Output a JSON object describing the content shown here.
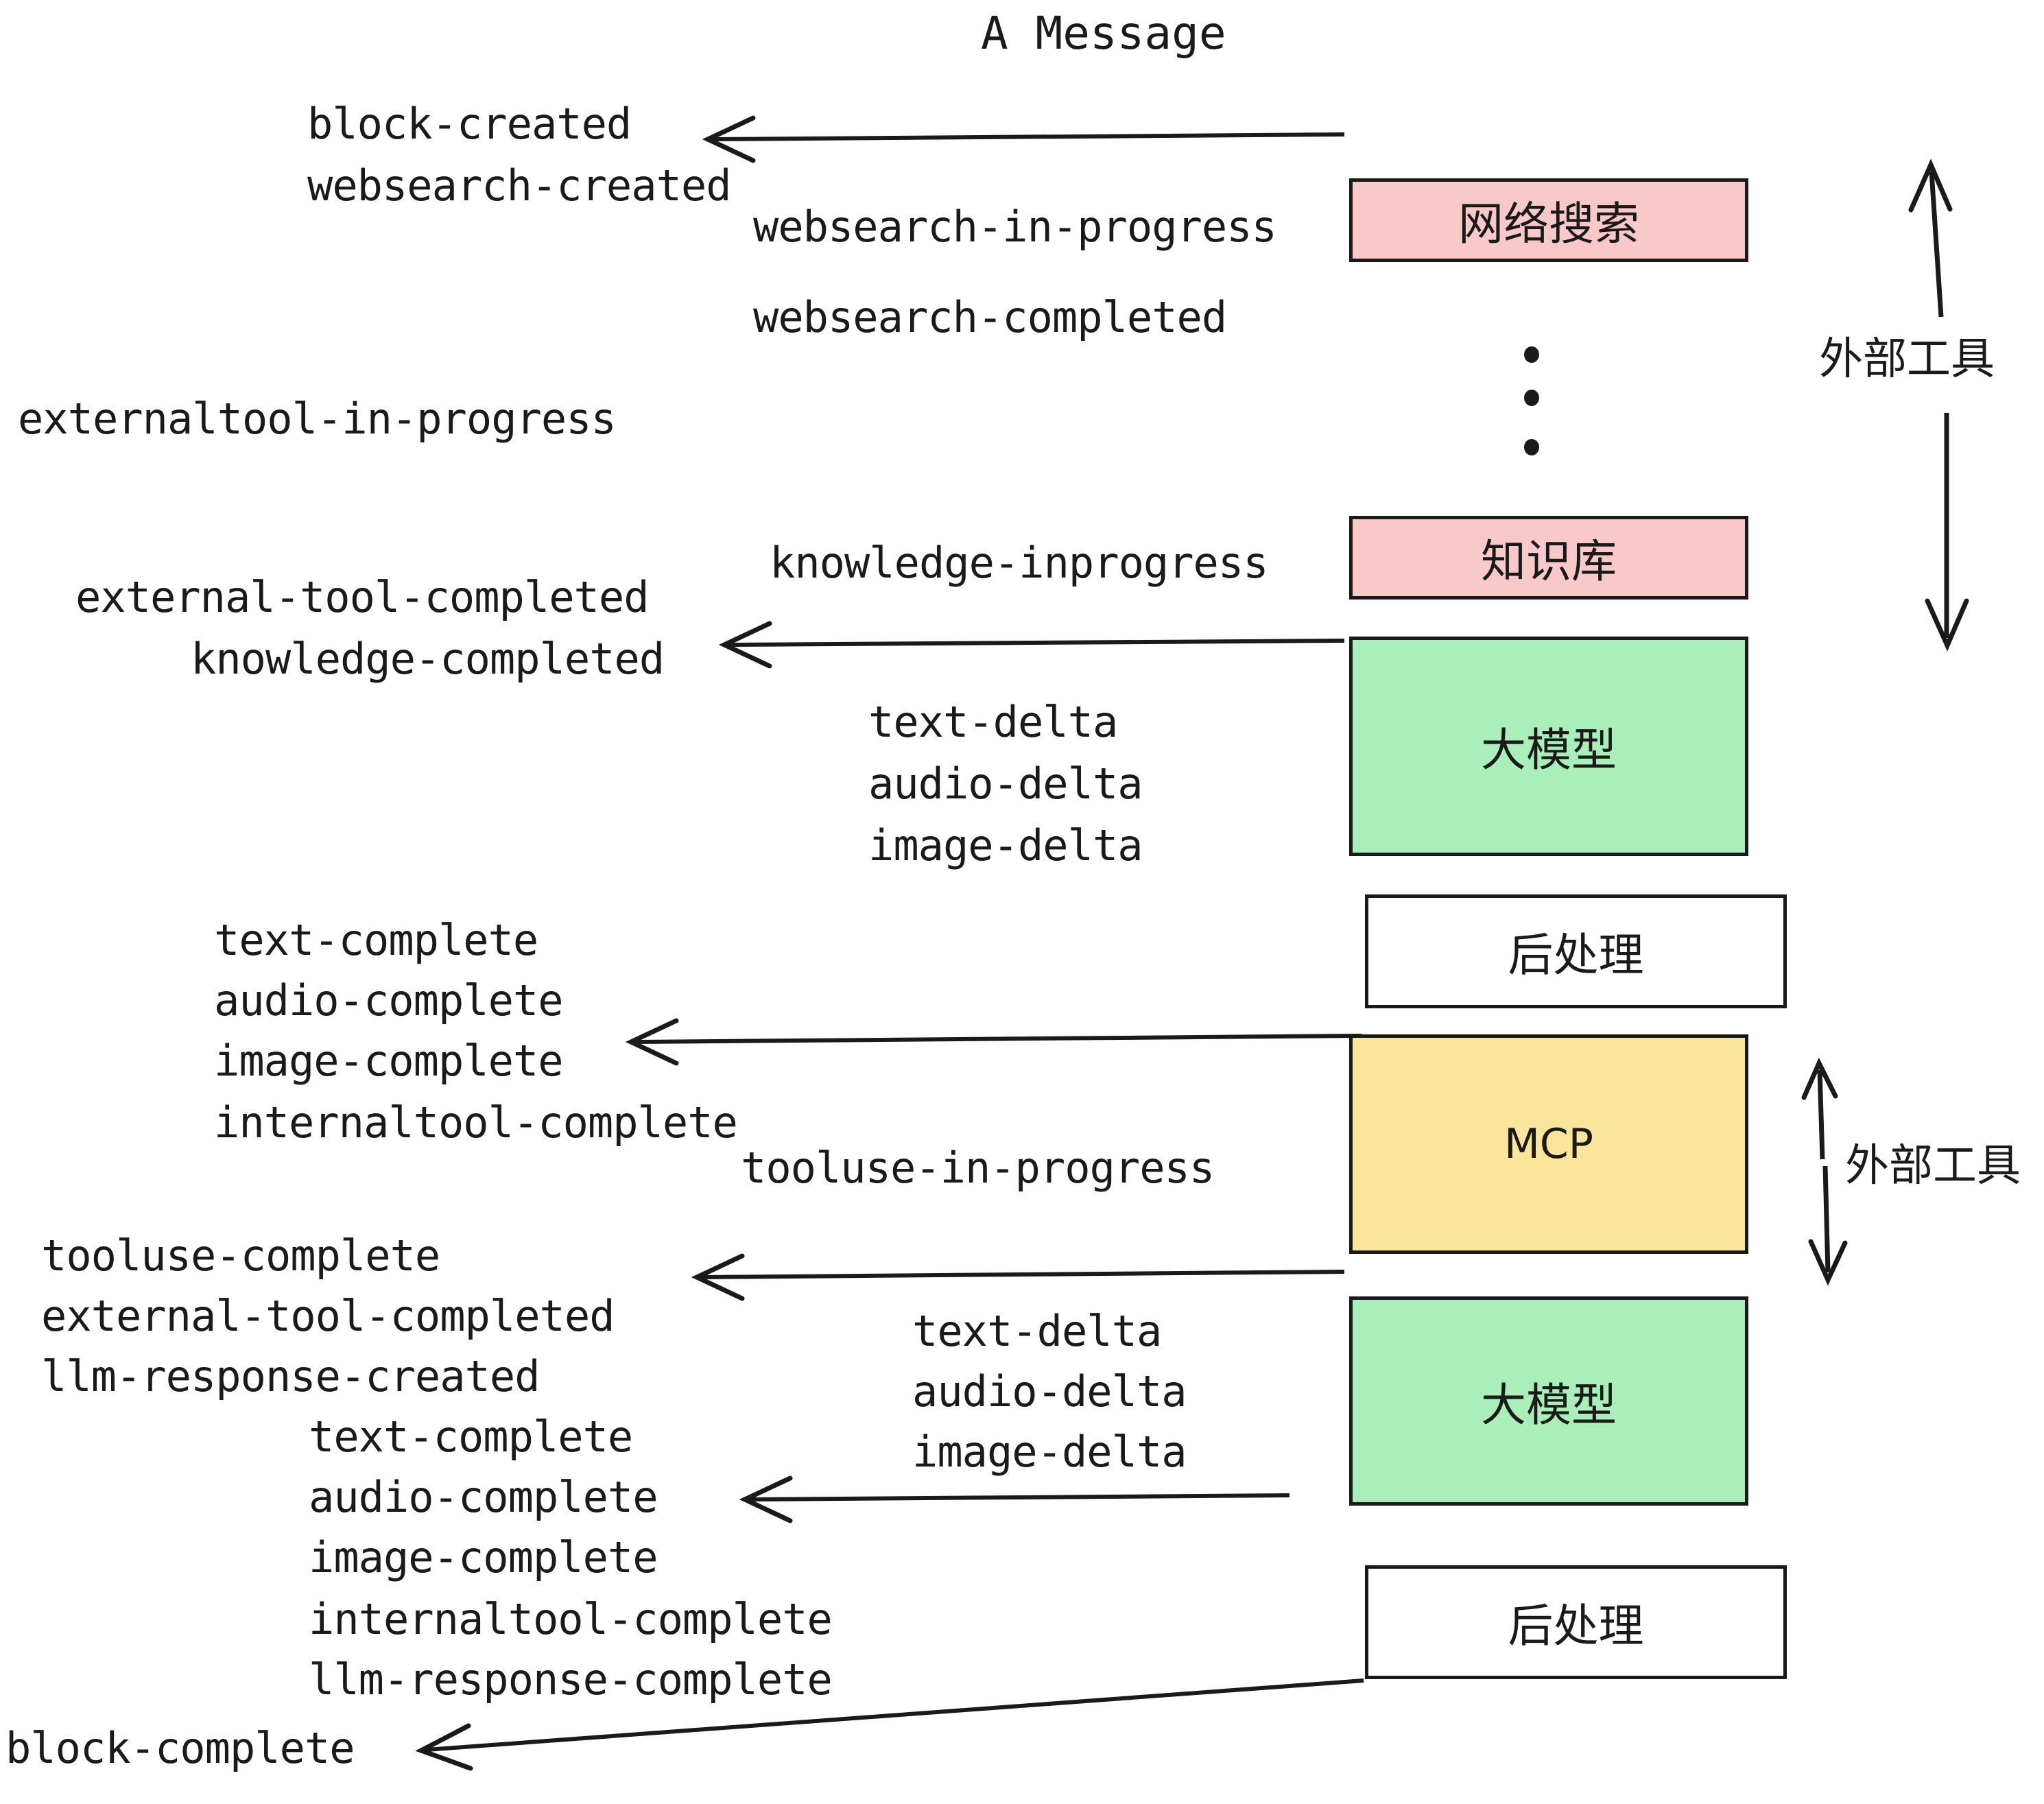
{
  "diagram": {
    "title": "A Message",
    "colors": {
      "pink": "#f9c9c9",
      "green": "#aaeeba",
      "yellow": "#fae69a",
      "white": "#ffffff",
      "stroke": "#1a1a1a"
    },
    "nodes": [
      {
        "id": "websearch",
        "label": "网络搜索",
        "fill": "#f9c9c9"
      },
      {
        "id": "knowledge",
        "label": "知识库",
        "fill": "#f9c9c9"
      },
      {
        "id": "llm-1",
        "label": "大模型",
        "fill": "#aaeeba"
      },
      {
        "id": "post-1",
        "label": "后处理",
        "fill": "#ffffff"
      },
      {
        "id": "mcp",
        "label": "MCP",
        "fill": "#fae69a"
      },
      {
        "id": "llm-2",
        "label": "大模型",
        "fill": "#aaeeba"
      },
      {
        "id": "post-2",
        "label": "后处理",
        "fill": "#ffffff"
      }
    ],
    "side_labels": [
      {
        "id": "external-tools-top",
        "label": "外部工具"
      },
      {
        "id": "external-tools-bottom",
        "label": "外部工具"
      }
    ],
    "events": [
      {
        "id": "block-created",
        "label": "block-created"
      },
      {
        "id": "websearch-created",
        "label": "websearch-created"
      },
      {
        "id": "websearch-in-progress",
        "label": "websearch-in-progress"
      },
      {
        "id": "websearch-completed",
        "label": "websearch-completed"
      },
      {
        "id": "externaltool-in-progress",
        "label": "externaltool-in-progress"
      },
      {
        "id": "knowledge-inprogress",
        "label": "knowledge-inprogress"
      },
      {
        "id": "external-tool-completed-1",
        "label": "external-tool-completed"
      },
      {
        "id": "knowledge-completed",
        "label": "knowledge-completed"
      },
      {
        "id": "text-delta-1",
        "label": "text-delta"
      },
      {
        "id": "audio-delta-1",
        "label": "audio-delta"
      },
      {
        "id": "image-delta-1",
        "label": "image-delta"
      },
      {
        "id": "text-complete-1",
        "label": "text-complete"
      },
      {
        "id": "audio-complete-1",
        "label": "audio-complete"
      },
      {
        "id": "image-complete-1",
        "label": "image-complete"
      },
      {
        "id": "internaltool-complete-1",
        "label": "internaltool-complete"
      },
      {
        "id": "tooluse-in-progress",
        "label": "tooluse-in-progress"
      },
      {
        "id": "tooluse-complete",
        "label": "tooluse-complete"
      },
      {
        "id": "external-tool-completed-2",
        "label": "external-tool-completed"
      },
      {
        "id": "llm-response-created",
        "label": "llm-response-created"
      },
      {
        "id": "text-delta-2",
        "label": "text-delta"
      },
      {
        "id": "audio-delta-2",
        "label": "audio-delta"
      },
      {
        "id": "image-delta-2",
        "label": "image-delta"
      },
      {
        "id": "text-complete-2",
        "label": "text-complete"
      },
      {
        "id": "audio-complete-2",
        "label": "audio-complete"
      },
      {
        "id": "image-complete-2",
        "label": "image-complete"
      },
      {
        "id": "internaltool-complete-2",
        "label": "internaltool-complete"
      },
      {
        "id": "llm-response-complete",
        "label": "llm-response-complete"
      },
      {
        "id": "block-complete",
        "label": "block-complete"
      }
    ],
    "ellipsis": {
      "id": "vertical-ellipsis",
      "dots": 3
    }
  }
}
